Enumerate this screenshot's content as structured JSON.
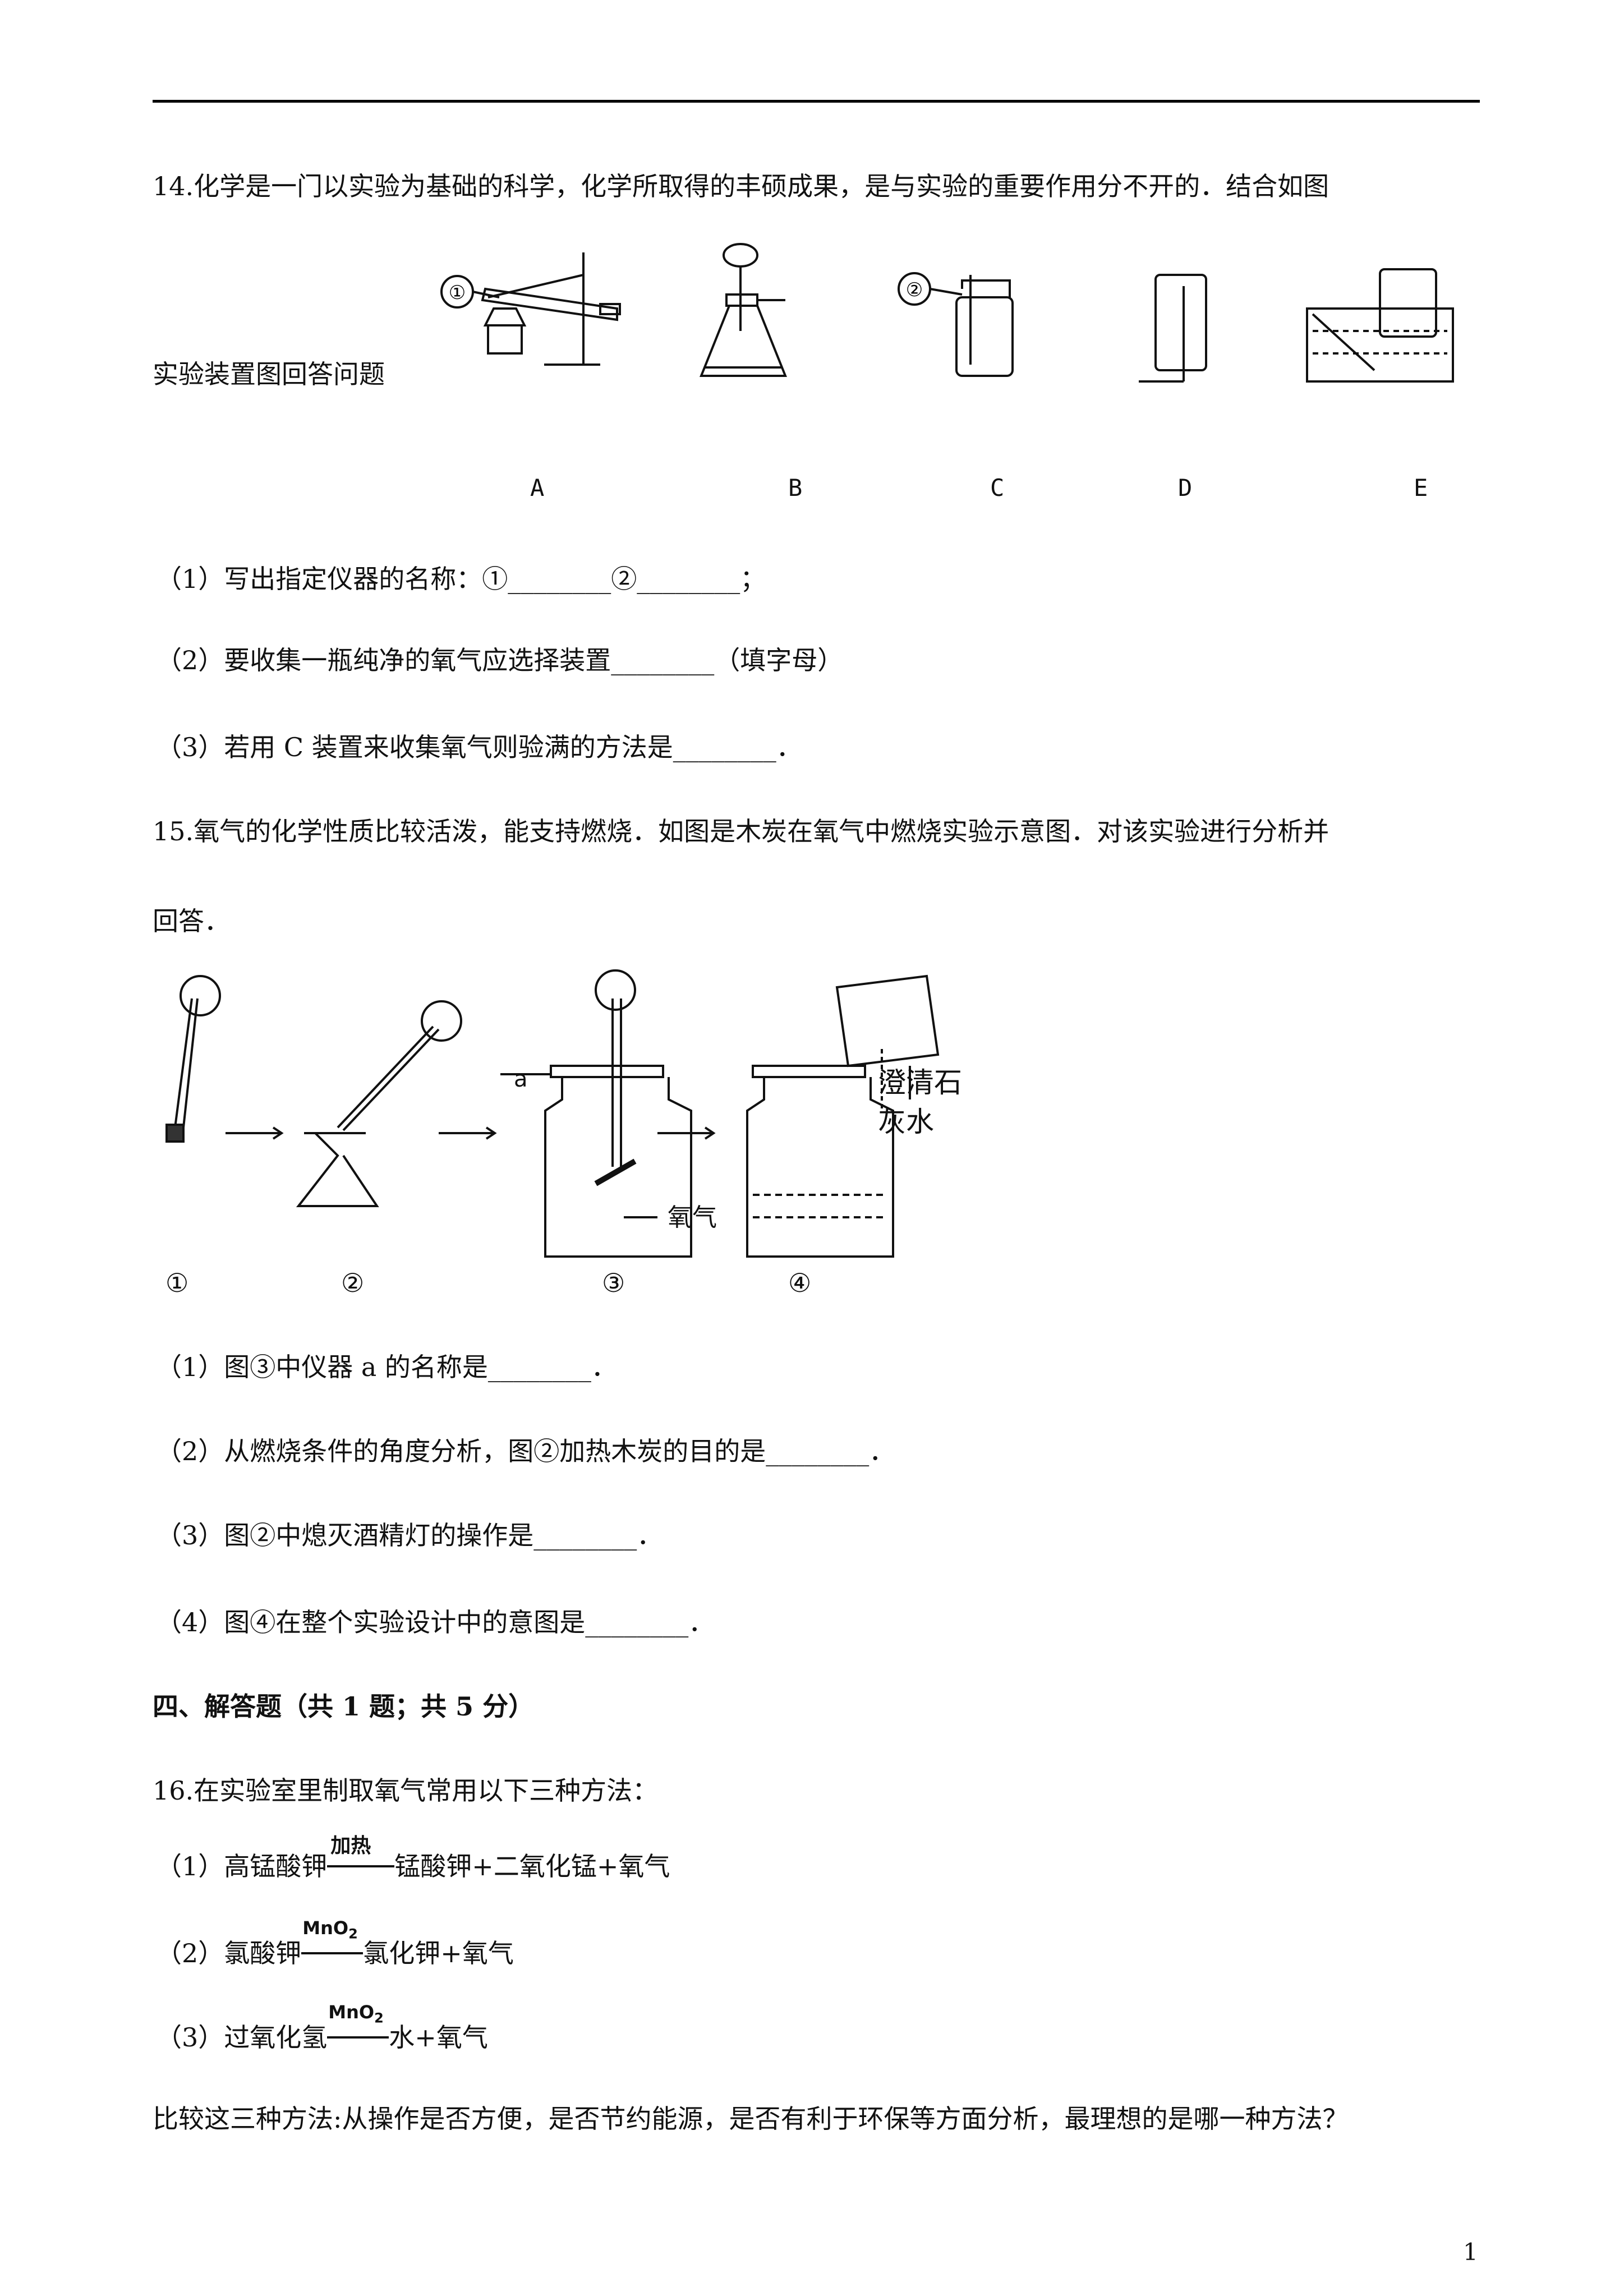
{
  "q14": {
    "intro": "14.化学是一门以实验为基础的科学，化学所取得的丰硕成果，是与实验的重要作用分不开的．结合如图",
    "intro2": "实验装置图回答问题",
    "label_1": "①",
    "label_2": "②",
    "apparatus_letters": [
      "A",
      "B",
      "C",
      "D",
      "E"
    ],
    "sub1": "（1）写出指定仪器的名称：①________②________；",
    "sub2": "（2）要收集一瓶纯净的氧气应选择装置________（填字母）",
    "sub3": "（3）若用 C 装置来收集氧气则验满的方法是________．"
  },
  "q15": {
    "intro": "15.氧气的化学性质比较活泼，能支持燃烧．如图是木炭在氧气中燃烧实验示意图．对该实验进行分析并",
    "intro2": "回答．",
    "fig_a": "a",
    "fig_oxygen": "氧气",
    "fig_lime1": "澄清石",
    "fig_lime2": "灰水",
    "step_labels": [
      "①",
      "②",
      "③",
      "④"
    ],
    "sub1": "（1）图③中仪器 a 的名称是________．",
    "sub2": "（2）从燃烧条件的角度分析，图②加热木炭的目的是________．",
    "sub3": "（3）图②中熄灭酒精灯的操作是________．",
    "sub4": "（4）图④在整个实验设计中的意图是________．"
  },
  "section4": {
    "heading": "四、解答题（共 1 题；共 5 分）"
  },
  "q16": {
    "intro": "16.在实验室里制取氧气常用以下三种方法：",
    "m1_pre": "（1）高锰酸钾",
    "m1_cond": "加热",
    "m1_post": "锰酸钾+二氧化锰+氧气",
    "m2_pre": "（2）氯酸钾",
    "m2_cond": "MnO",
    "m2_sub": "2",
    "m2_post": "氯化钾+氧气",
    "m3_pre": "（3）过氧化氢",
    "m3_cond": "MnO",
    "m3_sub": "2",
    "m3_post": "水+氧气",
    "question": "比较这三种方法:从操作是否方便，是否节约能源，是否有利于环保等方面分析，最理想的是哪一种方法？"
  },
  "page_number": "1"
}
